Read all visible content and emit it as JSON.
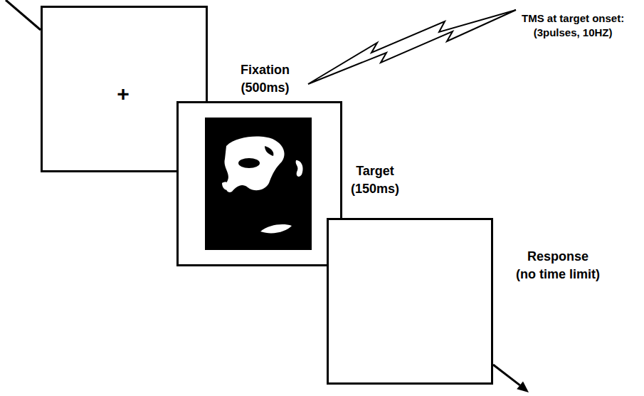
{
  "diagram": {
    "nodes": [
      {
        "text": [
          "+",
          "Fixation",
          "(500ms)"
        ]
      },
      {
        "text": [
          "Target",
          "(150ms)"
        ]
      },
      {
        "text": [
          "Response",
          "(no time limit)"
        ]
      }
    ],
    "labels": [
      "TMS at target onset:",
      "(3pulses, 10HZ)"
    ]
  }
}
